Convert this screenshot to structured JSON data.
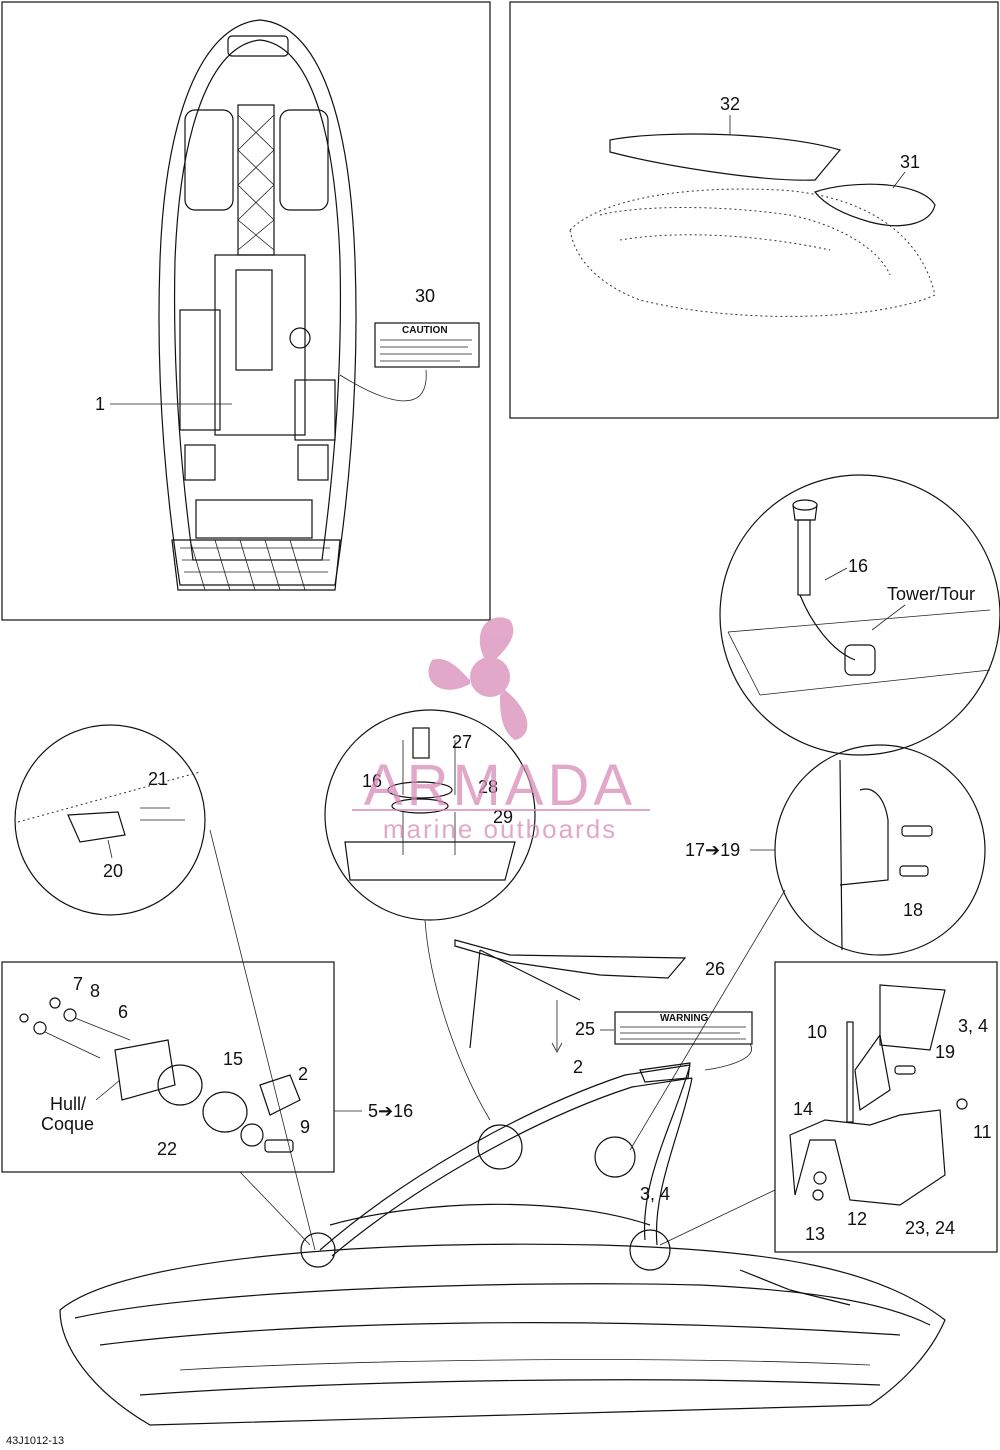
{
  "callouts": {
    "c1": "1",
    "c2a": "2",
    "c2b": "2",
    "c34a": "3, 4",
    "c34b": "3, 4",
    "c5_16": "5➔16",
    "c6": "6",
    "c7": "7",
    "c8": "8",
    "c9": "9",
    "c10": "10",
    "c11": "11",
    "c12": "12",
    "c13": "13",
    "c14": "14",
    "c15": "15",
    "c16a": "16",
    "c16b": "16",
    "c17_19": "17➔19",
    "c18": "18",
    "c19": "19",
    "c20": "20",
    "c21": "21",
    "c22": "22",
    "c2324": "23, 24",
    "c25": "25",
    "c26": "26",
    "c27": "27",
    "c28": "28",
    "c29": "29",
    "c30": "30",
    "c31": "31",
    "c32": "32"
  },
  "labels": {
    "tower": "Tower/Tour",
    "hull_line1": "Hull/",
    "hull_line2": "Coque",
    "figure_code": "43J1012-13"
  },
  "decals": {
    "caution_title": "CAUTION",
    "warning_title": "WARNING"
  },
  "watermark": {
    "name": "ARMADA",
    "tagline": "marine outboards",
    "color": "#d98bb8"
  }
}
